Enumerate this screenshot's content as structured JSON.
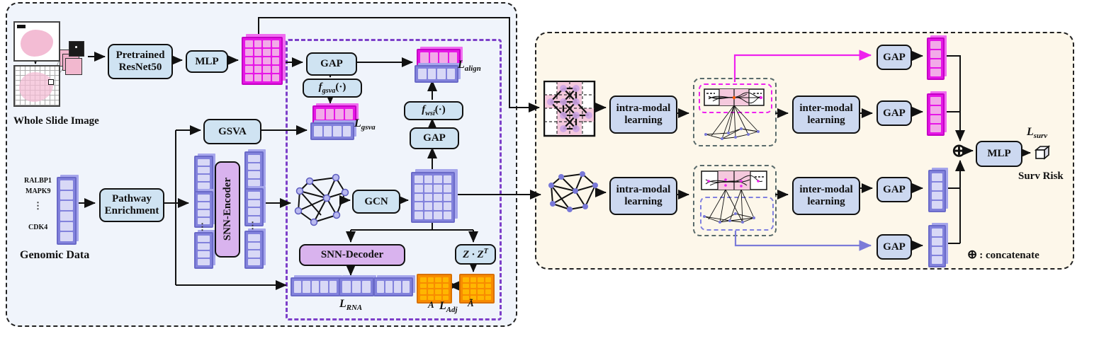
{
  "left_panel": {
    "wsi_label": "Whole Slide Image",
    "resnet_line1": "Pretrained",
    "resnet_line2": "ResNet50",
    "mlp_label": "MLP",
    "gap_label": "GAP",
    "f_gsva": {
      "main": "f",
      "sub": "gsva",
      "tail": "(·)"
    },
    "f_wsi": {
      "main": "f",
      "sub": "wsi",
      "tail": "(·)"
    },
    "l_align": {
      "main": "L",
      "sub": "align"
    },
    "l_gsva": {
      "main": "L",
      "sub": "gsva"
    },
    "gsva_label": "GSVA",
    "genes": {
      "g1": "RALBP1",
      "g2": "MAPK9",
      "dots": "⋮",
      "g3": "CDK4"
    },
    "genomic_label": "Genomic Data",
    "pathway_line1": "Pathway",
    "pathway_line2": "Enrichment",
    "snn_encoder": "SNN-Encoder",
    "encoder_dots": "⋮",
    "gcn_label": "GCN",
    "snn_decoder": "SNN-Decoder",
    "zzt": {
      "main": "Z · Z",
      "sup": "T"
    },
    "l_rna": {
      "main": "L",
      "sub": "RNA"
    },
    "adj_a": "A",
    "l_adj": {
      "main": "L",
      "sub": "Adj"
    },
    "adj_a_tilde": "Ã"
  },
  "right_panel": {
    "intra_line1": "intra-modal",
    "intra_line2": "learning",
    "inter_line1": "inter-modal",
    "inter_line2": "learning",
    "gap_label": "GAP",
    "mlp_label": "MLP",
    "l_surv": {
      "main": "L",
      "sub": "surv"
    },
    "surv_risk": "Surv Risk",
    "concat_symbol": "⊕",
    "legend_symbol": "⊕",
    "legend_text": ": concatenate"
  },
  "matrices": {
    "wsi_feature": {
      "rows": 5,
      "cols": 4
    },
    "gcn_output": {
      "rows": 5,
      "cols": 4
    },
    "adj_a": {
      "rows": 4,
      "cols": 4
    },
    "adj_a_tilde": {
      "rows": 4,
      "cols": 4
    }
  },
  "vectors": {
    "align_wsi": 4,
    "align_gsva": 4,
    "gsva_wsi": 4,
    "gsva_rna": 4,
    "genomic": 6,
    "pathway": 4,
    "encoded": 4,
    "recon_1": 5,
    "recon_2": 3,
    "recon_3": 4,
    "out": 4
  },
  "colors": {
    "magenta": "#e616e6",
    "purple": "#8282dc",
    "orange": "#f88c00",
    "box_blue": "#cfe3f2",
    "box_lavender": "#ccd8f0",
    "snn_purple": "#d9b3ee",
    "panel_left_bg": "#f0f4fb",
    "panel_right_bg": "#fdf7ea",
    "magenta_line": "#ee22ee",
    "purple_line": "#7b7bd8"
  }
}
